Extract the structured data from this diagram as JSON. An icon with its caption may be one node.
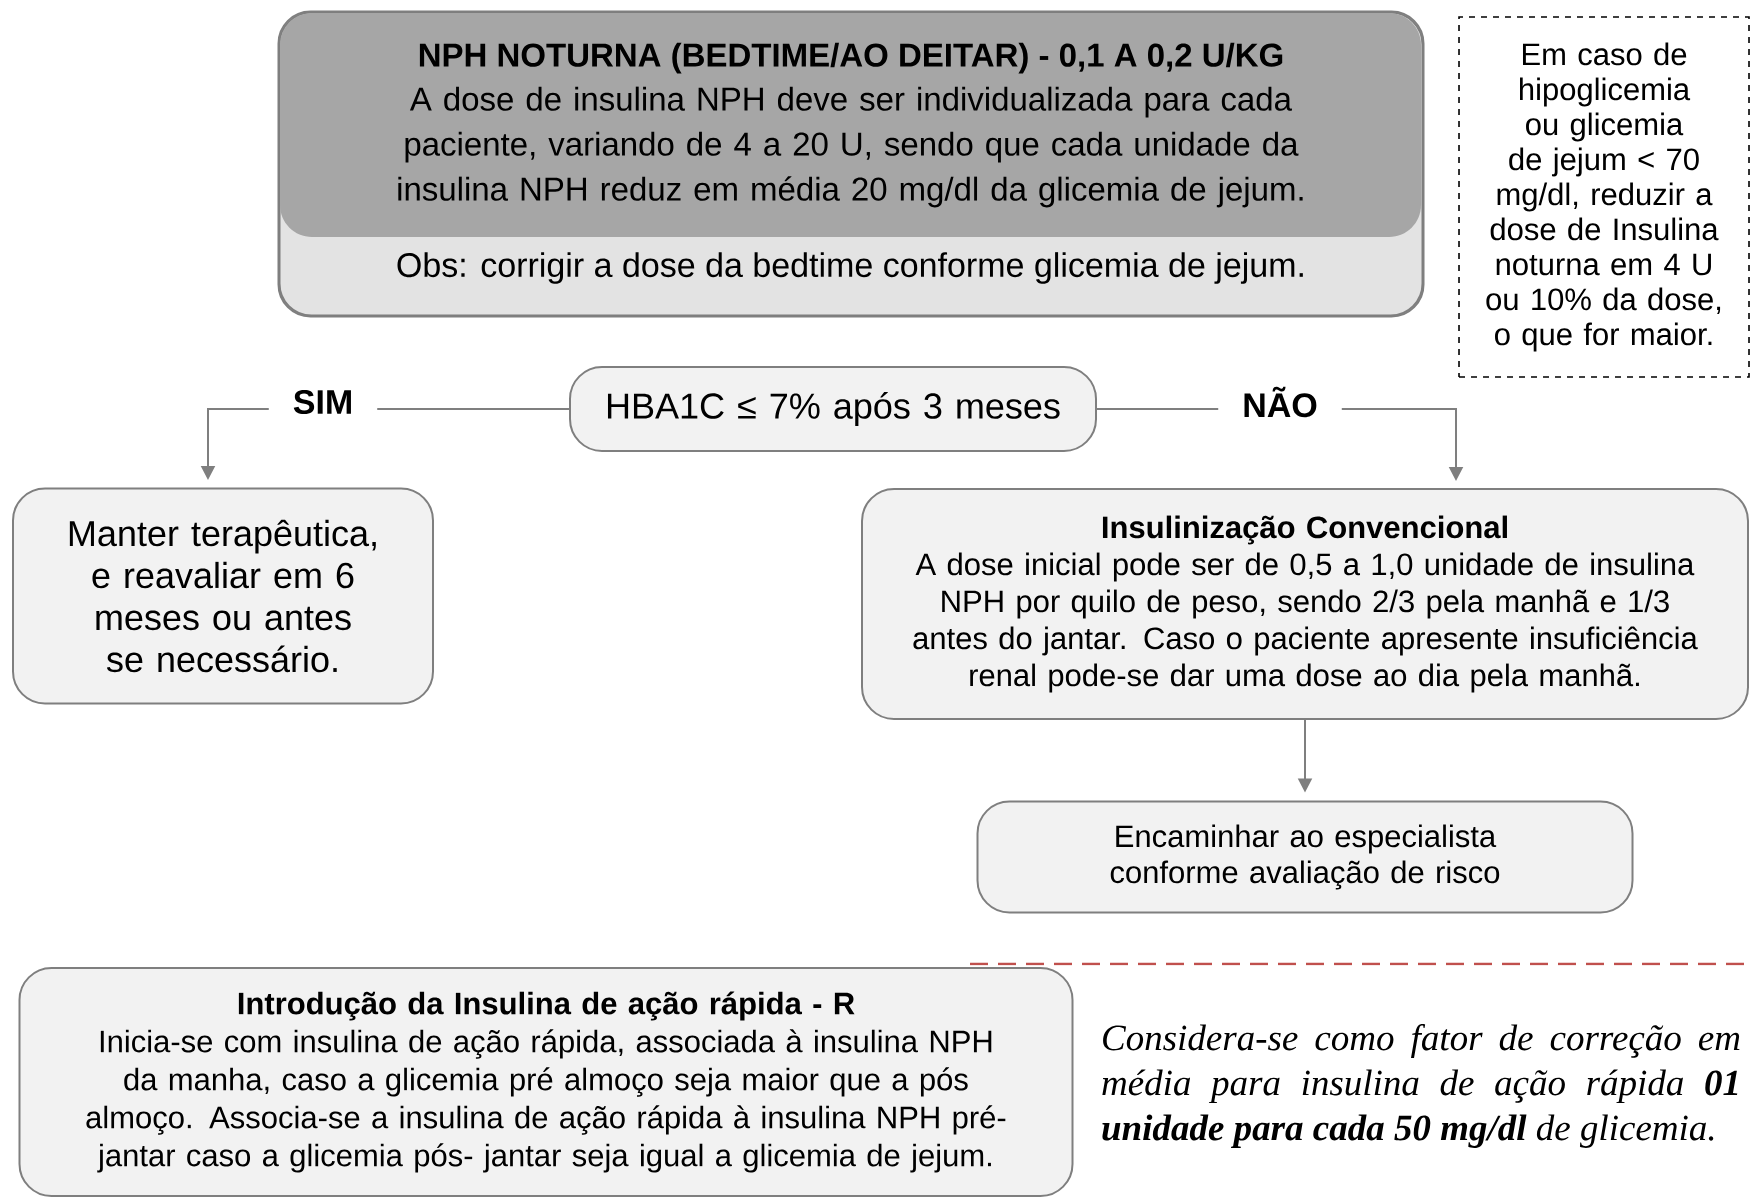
{
  "diagram": {
    "nodes": [
      {
        "text": [
          "NPH NOTURNA (BEDTIME/AO DEITAR)  - 0,1 A 0,2 U/KG",
          "A dose de insulina NPH deve ser individualizada para cada paciente, variando de 4 a 20 U, sendo que cada unidade da insulina NPH reduz em média 20 mg/dl da glicemia de jejum.",
          "Obs: corrigir a dose da bedtime conforme glicemia de jejum."
        ]
      },
      {
        "text": [
          "Em caso de hipoglicemia ou glicemia de jejum < 70 mg/dl, reduzir a dose de Insulina noturna em 4 U ou 10% da dose, o que for maior."
        ]
      },
      {
        "text": [
          "HBA1C ≤ 7% após 3 meses"
        ]
      },
      {
        "text": [
          "Manter terapêutica, e reavaliar em 6 meses ou antes se necessário."
        ]
      },
      {
        "text": [
          "Insulinização Convencional",
          "A dose inicial pode ser de 0,5 a 1,0 unidade de insulina NPH por quilo de peso, sendo 2/3 pela manhã e 1/3 antes do jantar. Caso o paciente apresente insuficiência renal pode-se dar uma dose ao dia pela manhã."
        ]
      },
      {
        "text": [
          "Encaminhar ao especialista conforme avaliação de risco"
        ]
      },
      {
        "text": [
          "Introdução da Insulina de ação rápida - R",
          "Inicia-se com insulina de ação rápida, associada à insulina NPH da manha, caso a glicemia pré almoço seja maior que a pós almoço. Associa-se a insulina de ação rápida à insulina NPH pré-jantar caso a glicemia pós- jantar seja igual a glicemia de jejum."
        ]
      }
    ],
    "edges": [
      {
        "from": 2,
        "to": 3,
        "arrow": "to",
        "label": "SIM"
      },
      {
        "from": 2,
        "to": 4,
        "arrow": "to",
        "label": "NÃO"
      },
      {
        "from": 4,
        "to": 5,
        "arrow": "to"
      }
    ],
    "labels": [
      "Considera-se como fator de correção em média para insulina de ação rápida **01 unidade para cada 50 mg/dl** de glicemia."
    ]
  }
}
